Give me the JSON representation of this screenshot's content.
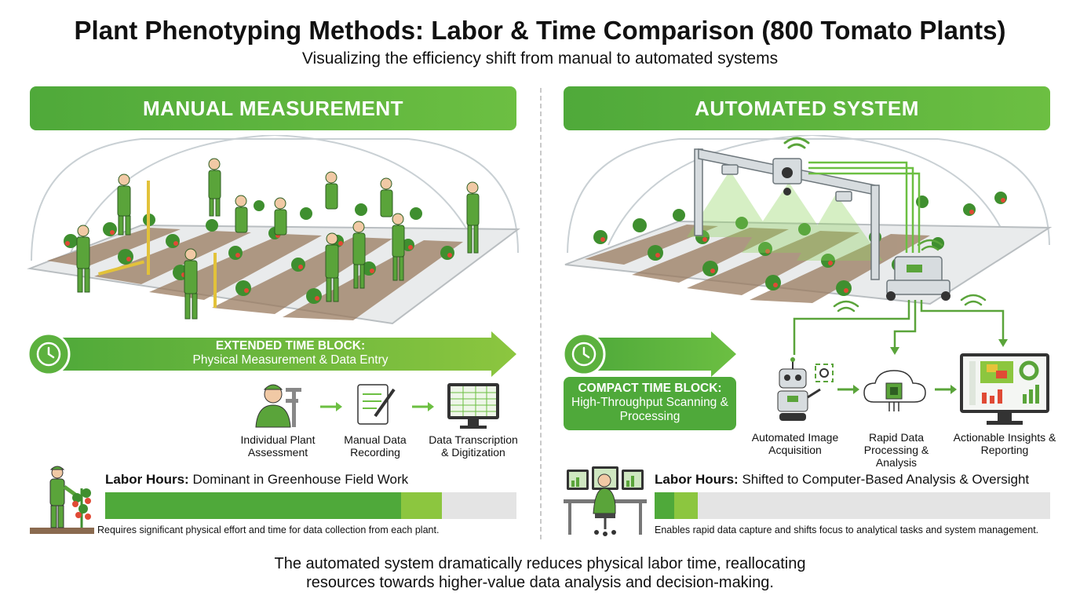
{
  "title": "Plant Phenotyping Methods: Labor & Time Comparison (800 Tomato Plants)",
  "subtitle": "Visualizing the efficiency shift from manual to automated systems",
  "manual": {
    "header": "MANUAL MEASUREMENT",
    "time_block": {
      "title": "EXTENDED TIME BLOCK:",
      "text": "Physical Measurement & Data Entry"
    },
    "steps": [
      {
        "label": "Individual Plant Assessment",
        "icon": "worker-caliper-icon"
      },
      {
        "label": "Manual Data Recording",
        "icon": "notepad-pen-icon"
      },
      {
        "label": "Data Transcription & Digitization",
        "icon": "spreadsheet-monitor-icon"
      }
    ],
    "labor_label": "Labor Hours:",
    "labor_text": "Dominant in Greenhouse Field Work",
    "labor_bar": {
      "dark": 0.72,
      "light": 0.1
    },
    "note": "Requires significant physical effort and time for data collection from each plant."
  },
  "automated": {
    "header": "AUTOMATED SYSTEM",
    "time_block": {
      "title": "COMPACT TIME BLOCK:",
      "text": "High-Throughput Scanning & Processing"
    },
    "steps": [
      {
        "label": "Automated Image Acquisition",
        "icon": "robot-camera-icon"
      },
      {
        "label": "Rapid Data Processing & Analysis",
        "icon": "cloud-chip-icon"
      },
      {
        "label": "Actionable Insights & Reporting",
        "icon": "dashboard-monitor-icon"
      }
    ],
    "labor_label": "Labor Hours:",
    "labor_text": "Shifted to Computer-Based Analysis & Oversight",
    "labor_bar": {
      "dark": 0.05,
      "light": 0.06
    },
    "note": "Enables rapid data capture and shifts focus to analytical tasks and system management."
  },
  "conclusion": "The automated system dramatically reduces physical labor time, reallocating resources towards higher-value data analysis and decision-making.",
  "colors": {
    "green_dark": "#4fa93a",
    "green_light": "#8cc63f",
    "bar_bg": "#e4e4e4"
  }
}
